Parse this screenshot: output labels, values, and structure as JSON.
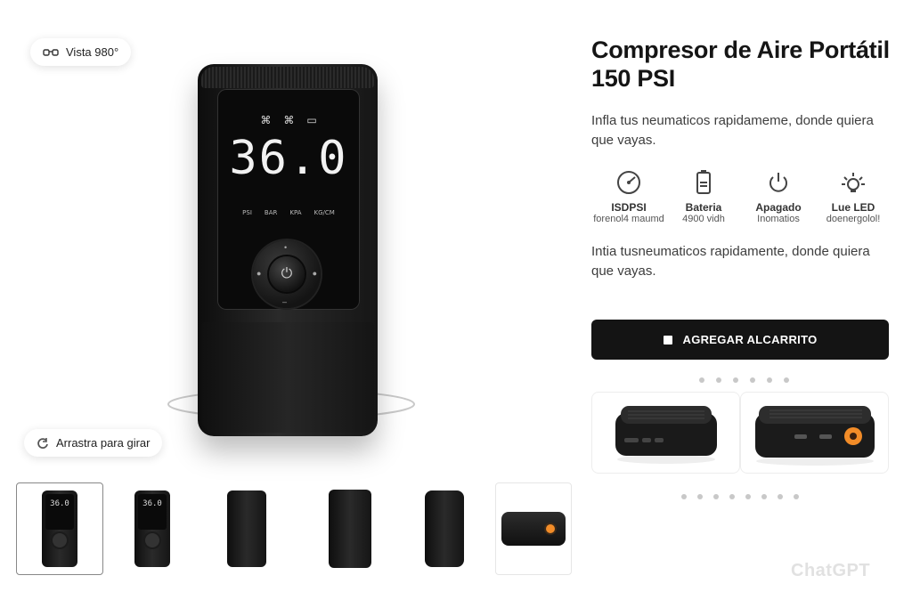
{
  "viewer": {
    "view_label": "Vista 980°",
    "rotate_label": "Arrastra para girar",
    "screen_value": "36.0",
    "screen_labels": [
      "PSI",
      "BAR",
      "KPA",
      "KG/CM"
    ],
    "screen_icons": [
      "bike-icon",
      "moto-icon",
      "battery-icon"
    ]
  },
  "thumbnails": [
    {
      "name": "front-screen",
      "screen_text": "36.0"
    },
    {
      "name": "front-angle",
      "screen_text": "36.0"
    },
    {
      "name": "back"
    },
    {
      "name": "back-angle"
    },
    {
      "name": "side"
    },
    {
      "name": "ports"
    }
  ],
  "product": {
    "title": "Compresor de Aire Portátil 150 PSI",
    "description": "Infla tus neumaticos rapidameme, donde quiera que vayas.",
    "features": [
      {
        "icon": "gauge-icon",
        "label": "ISDPSI",
        "sub": "forenol4 maumd"
      },
      {
        "icon": "battery-icon",
        "label": "Bateria",
        "sub": "4900 vidh"
      },
      {
        "icon": "power-icon",
        "label": "Apagado",
        "sub": "Inomatios"
      },
      {
        "icon": "led-icon",
        "label": "Lue LED",
        "sub": "doenergolol!"
      }
    ],
    "description2": "Intia tusneumaticos rapidamente, donde quiera que vayas.",
    "cart_label": "AGREGAR ALCARRITO",
    "dots_top_count": 6,
    "dots_bottom_count": 8
  },
  "watermark": "ChatGPT",
  "colors": {
    "button_bg": "#141414",
    "port_accent": "#f28c28"
  }
}
